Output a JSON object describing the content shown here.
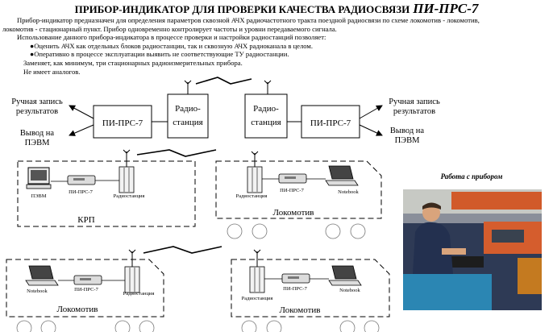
{
  "title": {
    "main": "ПРИБОР-ИНДИКАТОР ДЛЯ ПРОВЕРКИ КАЧЕСТВА РАДИОСВЯЗИ",
    "model": "ПИ-ПРС-7"
  },
  "intro": {
    "p1": "Прибор-индикатор предназначен для определения параметров сквозной АЧХ радиочастотного тракта поездной радиосвязи по схеме локомотив - локомотив,",
    "p1b": "локомотив - стационарный пункт. Прибор одновременно контролирует частоты и уровни передаваемого сигнала.",
    "p2": "Использование данного прибора-индикатора в процессе проверки и настройки радиостанций позволяет:",
    "b1": "●Оценить АЧХ как отдельных блоков радиостанции, так и сквозную АЧХ радиоканала в целом.",
    "b2": "●Оперативно в процессе эксплуатации выявить не соответствующие ТУ радиостанции.",
    "p3": "Заменяет, как минимум, три стационарных радиоизмерительных прибора.",
    "p4": "Не имеет аналогов."
  },
  "top_diagram": {
    "left_out_1a": "Ручная запись",
    "left_out_1b": "результатов",
    "left_out_2a": "Вывод на",
    "left_out_2b": "ПЭВМ",
    "right_out_1a": "Ручная запись",
    "right_out_1b": "результатов",
    "right_out_2a": "Вывод на",
    "right_out_2b": "ПЭВМ",
    "device_left": "ПИ-ПРС-7",
    "device_right": "ПИ-ПРС-7",
    "radio_left_a": "Радио-",
    "radio_left_b": "станция",
    "radio_right_a": "Радио-",
    "radio_right_b": "станция"
  },
  "schemes": {
    "krp": {
      "label": "КРП",
      "pc": "ПЭВМ",
      "device": "ПИ-ПРС-7",
      "radio": "Радиостанция"
    },
    "loco1": {
      "label": "Локомотив",
      "radio": "Радиостанция",
      "device": "ПИ-ПРС-7",
      "notebook": "Notebook"
    },
    "loco2": {
      "label": "Локомотив",
      "notebook": "Notebook",
      "device": "ПИ-ПРС-7",
      "radio": "Радиостанция"
    },
    "loco3": {
      "label": "Локомотив",
      "radio": "Радиостанция",
      "device": "ПИ-ПРС-7",
      "notebook": "Notebook"
    }
  },
  "photo": {
    "caption": "Работа с прибором"
  }
}
